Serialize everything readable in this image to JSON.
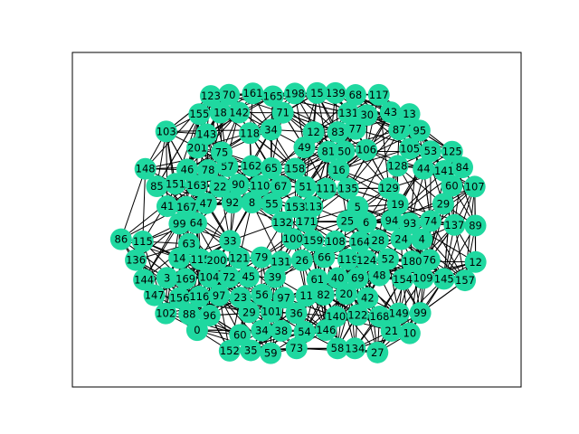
{
  "style": {
    "node_color": "#1fd8a0",
    "edge_color": "#000000",
    "frame_color": "#000000",
    "background": "#ffffff"
  },
  "graph": {
    "node_labels": [
      "44",
      "129",
      "142",
      "140",
      "162",
      "64",
      "52",
      "54",
      "128",
      "119",
      "111",
      "6",
      "60",
      "57",
      "137",
      "76",
      "147",
      "53",
      "56",
      "168",
      "39",
      "16",
      "79",
      "34",
      "116",
      "36",
      "28",
      "59",
      "97",
      "43",
      "4",
      "157",
      "29",
      "93",
      "25",
      "42",
      "40",
      "122",
      "20",
      "159",
      "61",
      "115",
      "11",
      "131",
      "105",
      "66",
      "132",
      "81",
      "22",
      "67",
      "106",
      "99",
      "69",
      "12",
      "3",
      "77",
      "103",
      "200",
      "29",
      "70",
      "89",
      "21",
      "113",
      "156",
      "158",
      "94",
      "10",
      "26",
      "55",
      "164",
      "169",
      "58",
      "74",
      "100",
      "65",
      "107",
      "92",
      "201",
      "38",
      "87",
      "139",
      "102",
      "88",
      "5",
      "18",
      "85",
      "27",
      "13",
      "152",
      "15",
      "33",
      "118",
      "198",
      "24",
      "23",
      "19",
      "101",
      "46",
      "0",
      "117",
      "146",
      "131",
      "41",
      "143",
      "153",
      "163",
      "60",
      "135",
      "35",
      "161",
      "83",
      "104",
      "8",
      "97",
      "115",
      "151",
      "99",
      "121",
      "14",
      "155",
      "78",
      "90",
      "50",
      "123",
      "134",
      "95",
      "73",
      "47",
      "148",
      "82",
      "34",
      "49",
      "165",
      "12",
      "167",
      "96",
      "86",
      "108",
      "136",
      "63",
      "171",
      "124",
      "30",
      "72",
      "149",
      "75",
      "45",
      "144",
      "154",
      "84",
      "51",
      "109",
      "125",
      "180",
      "145",
      "48",
      "141",
      "68",
      "71",
      "110"
    ]
  }
}
